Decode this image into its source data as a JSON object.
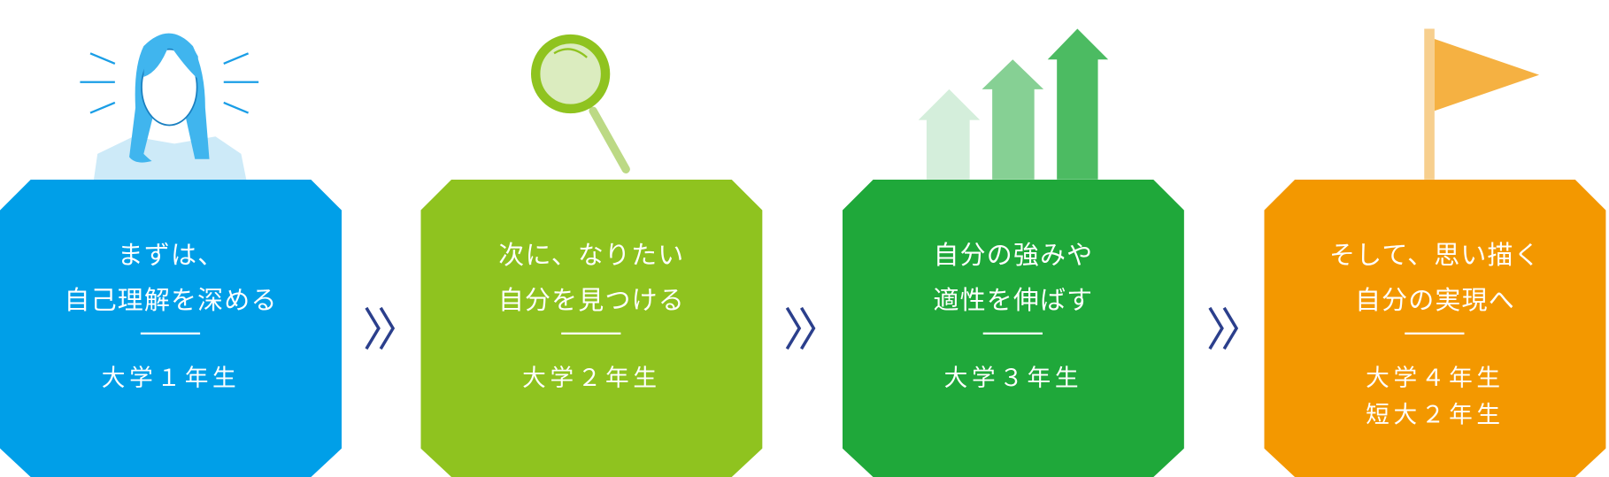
{
  "steps": [
    {
      "title_lines": [
        "まずは、",
        "自己理解を深める"
      ],
      "year_lines": [
        "大学１年生"
      ],
      "color": "#009fe8",
      "icon": "woman-icon"
    },
    {
      "title_lines": [
        "次に、なりたい",
        "自分を見つける"
      ],
      "year_lines": [
        "大学２年生"
      ],
      "color": "#8fc31f",
      "icon": "magnifier-icon"
    },
    {
      "title_lines": [
        "自分の強みや",
        "適性を伸ばす"
      ],
      "year_lines": [
        "大学３年生"
      ],
      "color": "#1fa83a",
      "icon": "growth-arrows-icon"
    },
    {
      "title_lines": [
        "そして、思い描く",
        "自分の実現へ"
      ],
      "year_lines": [
        "大学４年生",
        "短大２年生"
      ],
      "color": "#f39800",
      "icon": "flag-icon"
    }
  ],
  "chevron_color": "#2b3f8c"
}
